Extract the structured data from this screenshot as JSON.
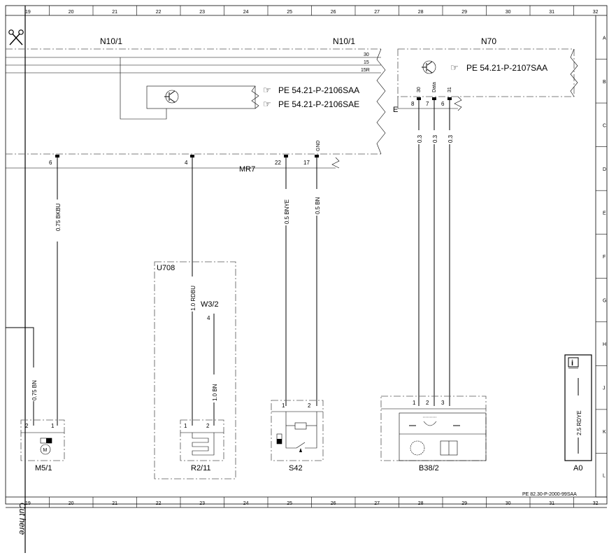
{
  "grid": {
    "columns": [
      "19",
      "20",
      "21",
      "22",
      "23",
      "24",
      "25",
      "26",
      "27",
      "28",
      "29",
      "30",
      "31",
      "32"
    ],
    "rows": [
      "A",
      "B",
      "C",
      "D",
      "E",
      "F",
      "G",
      "H",
      "J",
      "K",
      "L"
    ]
  },
  "cut_label": "Cut here",
  "footer_ref": "PE 82.30-P-2000-99SAA",
  "modules": {
    "n10_1_left": "N10/1",
    "n10_1_right": "N10/1",
    "n70": "N70",
    "mr7": "MR7",
    "u708": "U708",
    "w3_2": "W3/2",
    "a0": "A0"
  },
  "references": [
    {
      "text": "PE 54.21-P-2106SAA"
    },
    {
      "text": "PE 54.21-P-2106SAE"
    },
    {
      "text": "PE 54.21-P-2107SAA"
    }
  ],
  "terminals": {
    "t30": "30",
    "t15": "15",
    "t15r": "15R",
    "e": "E",
    "gnd": "GND",
    "n70_pins": [
      "30",
      "Data",
      "31"
    ],
    "n70_nums": [
      "8",
      "7",
      "6"
    ],
    "mr7_pins": [
      "6",
      "4",
      "22",
      "17"
    ],
    "w3_2_pin": "4"
  },
  "wires": {
    "w1": "0.75 BKBU",
    "w2": "1.0 RDBU",
    "w3": "0.5 BNYE",
    "w4": "0.5 BN",
    "w5": "0.3",
    "w6": "0.3",
    "w7": "0.3",
    "w8": "0.75 BN",
    "w9": "1.0 BN",
    "w10": "2.5 RDYE"
  },
  "components": {
    "m5_1": {
      "label": "M5/1",
      "pins": [
        "2",
        "1"
      ],
      "motor": "M"
    },
    "r2_11": {
      "label": "R2/11",
      "pins": [
        "1",
        "2"
      ]
    },
    "s42": {
      "label": "S42",
      "pins": [
        "1",
        "2"
      ]
    },
    "b38_2": {
      "label": "B38/2",
      "pins": [
        "1",
        "2",
        "3"
      ]
    }
  },
  "info_icon": "i"
}
